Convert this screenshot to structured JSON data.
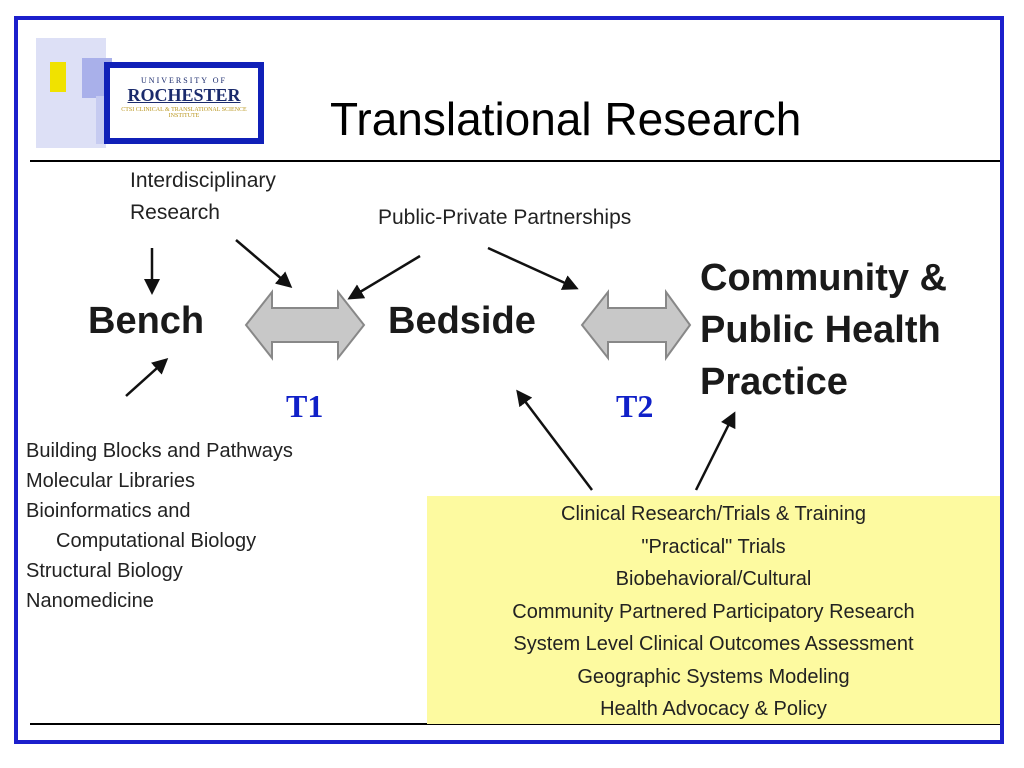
{
  "slide": {
    "title": "Translational Research",
    "logo": {
      "line1": "UNIVERSITY OF",
      "line2": "ROCHESTER",
      "line3": "CTSI CLINICAL & TRANSLATIONAL SCIENCE INSTITUTE"
    }
  },
  "diagram": {
    "interdisciplinary": [
      "Interdisciplinary",
      "Research"
    ],
    "ppp": "Public-Private Partnerships",
    "bench": "Bench",
    "bedside": "Bedside",
    "community": [
      "Community &",
      "Public Health",
      "Practice"
    ],
    "t1": "T1",
    "t2": "T2",
    "left_list": [
      "Building Blocks and Pathways",
      "Molecular Libraries",
      "Bioinformatics and",
      "Computational Biology",
      "Structural Biology",
      "Nanomedicine"
    ],
    "right_box": [
      "Clinical Research/Trials & Training",
      "\"Practical\" Trials",
      "Biobehavioral/Cultural",
      "Community Partnered Participatory Research",
      "System Level Clinical Outcomes Assessment",
      "Geographic Systems Modeling",
      "Health Advocacy & Policy"
    ]
  },
  "colors": {
    "frame": "#1c1fcc",
    "t_label": "#1020c8",
    "box_fill": "#fdfaa0",
    "double_arrow": "#c8c8c8"
  }
}
